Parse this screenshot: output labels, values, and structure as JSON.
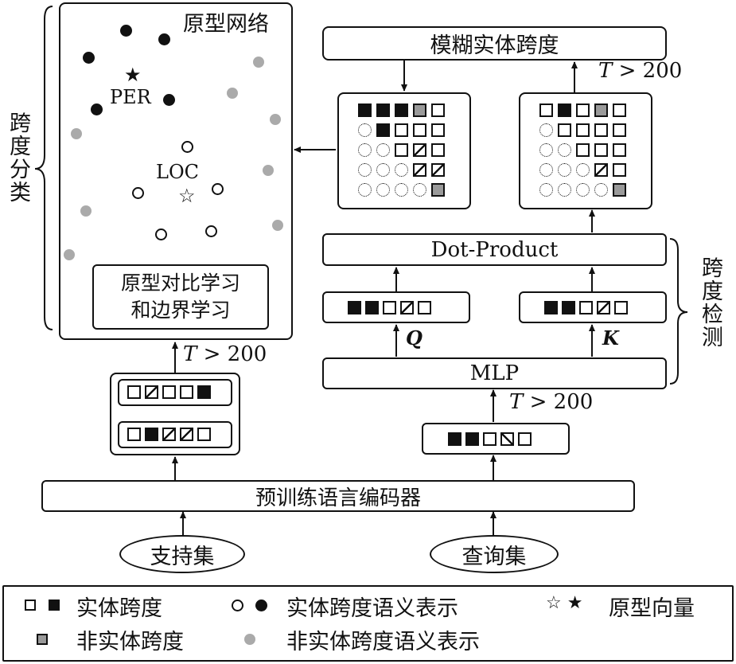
{
  "side_labels": {
    "span_classification": "跨度分类",
    "span_detection": "跨度检测"
  },
  "prototype_network": {
    "title": "原型网络",
    "per_label": "PER",
    "loc_label": "LOC",
    "learning_box": "原型对比学习\n和边界学习"
  },
  "fuzzy_span": {
    "label": "模糊实体跨度"
  },
  "dot_product": {
    "label": "Dot-Product"
  },
  "mlp": {
    "label": "MLP"
  },
  "q_label": "Q",
  "k_label": "K",
  "encoder": {
    "label": "预训练语言编码器"
  },
  "support_set": {
    "label": "支持集"
  },
  "query_set": {
    "label": "查询集"
  },
  "threshold": {
    "prefix": "T",
    "rest": " > 200"
  },
  "legend": {
    "entity_span": "实体跨度",
    "entity_semantic": "实体跨度语义表示",
    "prototype_vector": "原型向量",
    "non_entity_span": "非实体跨度",
    "non_entity_semantic": "非实体跨度语义表示"
  },
  "colors": {
    "line": "#111111",
    "non_entity": "#9a9a9a",
    "non_entity_dot": "#aaaaaa"
  }
}
